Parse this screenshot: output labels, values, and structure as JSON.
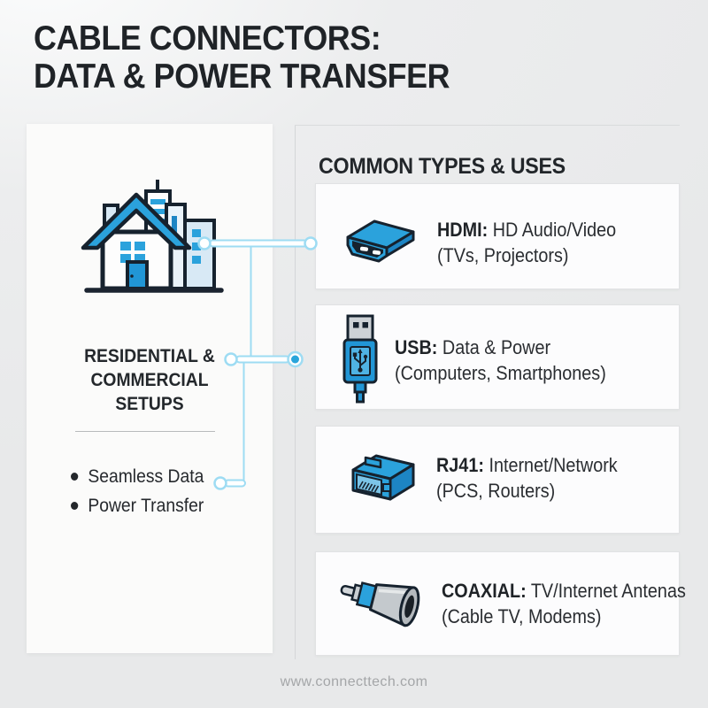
{
  "page": {
    "title_line1": "CABLE CONNECTORS:",
    "title_line2": "DATA & POWER TRANSFER",
    "footer": "www.connecttech.com"
  },
  "left_panel": {
    "illustration": "house-and-buildings-icon",
    "heading_lines": [
      "RESIDENTIAL &",
      "COMMERCIAL",
      "SETUPS"
    ],
    "bullets": [
      "Seamless Data",
      "Power Transfer"
    ]
  },
  "right_panel": {
    "heading": "COMMON TYPES & USES",
    "cards": [
      {
        "icon": "hdmi-connector-icon",
        "label": "HDMI:",
        "desc": "HD Audio/Video",
        "desc2": "(TVs, Projectors)"
      },
      {
        "icon": "usb-connector-icon",
        "label": "USB:",
        "desc": "Data & Power",
        "desc2": "(Computers, Smartphones)"
      },
      {
        "icon": "rj45-connector-icon",
        "label": "RJ41:",
        "desc": "Internet/Network",
        "desc2": "(PCS, Routers)"
      },
      {
        "icon": "coaxial-connector-icon",
        "label": "COAXIAL:",
        "desc": "TV/Internet Antenas",
        "desc2": "(Cable TV, Modems)"
      }
    ]
  },
  "colors": {
    "accent_blue": "#2196d6",
    "icon_blue": "#2ba2dc",
    "icon_blue_dark": "#1d85c4",
    "icon_light_blue": "#d8e9f5",
    "dark_outline": "#16222e",
    "connector_line_blue": "#9edcf3",
    "connector_node_fill": "#29a5db",
    "text_dark": "#23262a",
    "muted_text": "#a4a6a8",
    "page_bg": "#e9eaeb",
    "card_bg": "#fcfcfd"
  }
}
